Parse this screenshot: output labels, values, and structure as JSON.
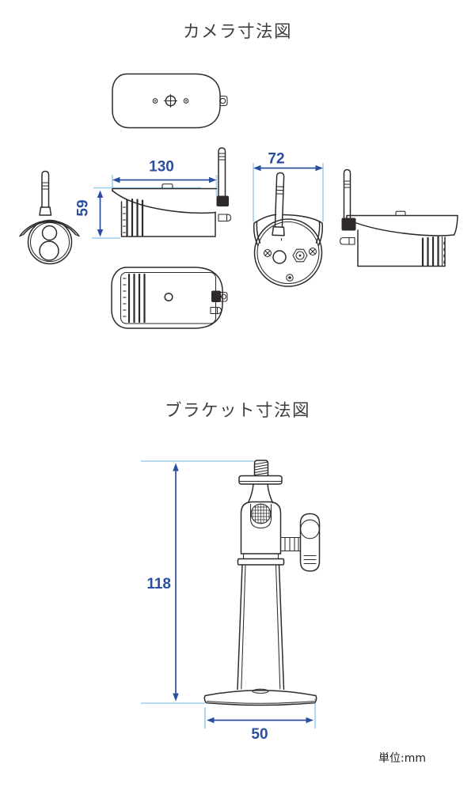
{
  "page": {
    "camera_section_title": "カメラ寸法図",
    "bracket_section_title": "ブラケット寸法図",
    "unit_label": "単位:mm"
  },
  "camera": {
    "width_mm": "130",
    "depth_mm": "72",
    "height_mm": "59"
  },
  "bracket": {
    "height_mm": "118",
    "base_width_mm": "50"
  },
  "colors": {
    "line": "#2e2a2b",
    "dimension_blue": "#2b4f9e",
    "extension_blue": "#a9d5ef",
    "text_dark": "#3f3f3f",
    "background": "#ffffff"
  }
}
